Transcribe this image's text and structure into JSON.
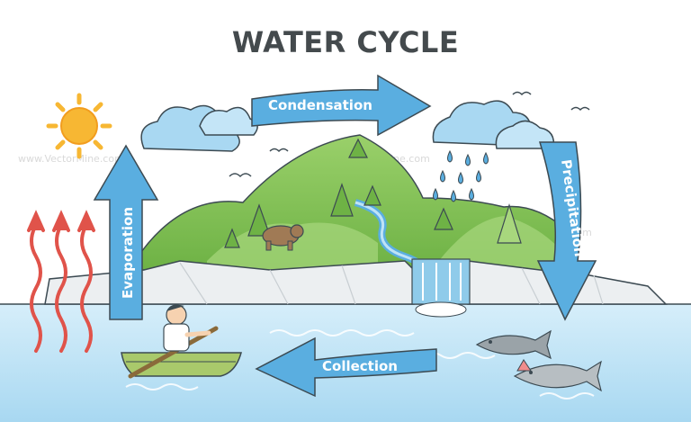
{
  "title": "WATER CYCLE",
  "stages": {
    "condensation": "Condensation",
    "precipitation": "Precipitation",
    "evaporation": "Evaporation",
    "collection": "Collection"
  },
  "watermark": "www.VectorMine.com",
  "colors": {
    "arrow": "#5aaee0",
    "arrow_dark": "#3a8cc4",
    "water": "#bfe3f6",
    "water_dark": "#8fcbea",
    "hill": "#7cbf4f",
    "hill_light": "#a8d77d",
    "rock": "#e8ecee",
    "cloud": "#a9d8f2",
    "sun": "#f7b733",
    "heat": "#e0534a",
    "fish": "#9aa3a8",
    "fish_pink": "#f08c8c",
    "boat": "#a9c96b",
    "text_title": "#444a4d"
  },
  "icons": [
    "sun-icon",
    "cloud-icon",
    "rain-drops-icon",
    "bird-icon",
    "bear-icon",
    "tree-icon",
    "fish-icon",
    "boat-icon",
    "heat-waves-icon",
    "waterfall-icon"
  ]
}
